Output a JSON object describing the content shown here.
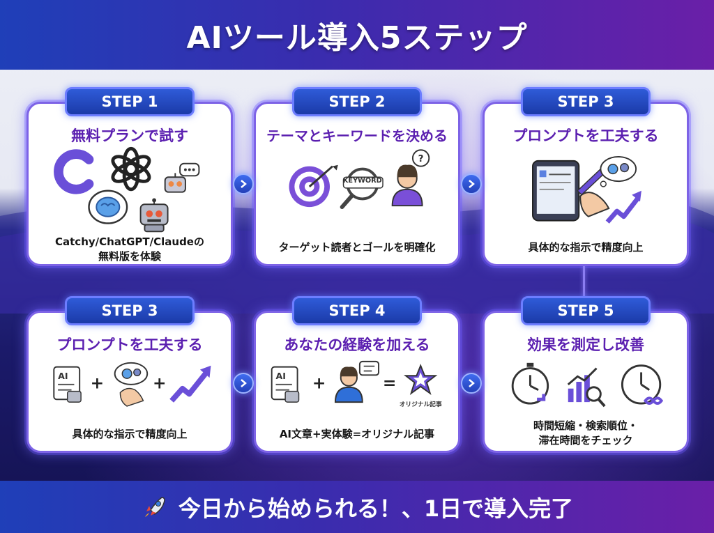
{
  "header": {
    "title": "AIツール導入5ステップ"
  },
  "steps": [
    {
      "step": "STEP 1",
      "title": "無料プランで試す",
      "caption_line1": "Catchy/ChatGPT/Claudeの",
      "caption_line2": "無料版を体験"
    },
    {
      "step": "STEP 2",
      "title": "テーマとキーワードを決める",
      "caption_line1": "ターゲット読者とゴールを明確化",
      "keyword_label": "KEYWORD"
    },
    {
      "step": "STEP 3",
      "title": "プロンプトを工夫する",
      "caption_line1": "具体的な指示で精度向上"
    },
    {
      "step": "STEP 3",
      "title": "プロンプトを工夫する",
      "caption_line1": "具体的な指示で精度向上"
    },
    {
      "step": "STEP 4",
      "title": "あなたの経験を加える",
      "caption_line1": "AI文章+実体験=オリジナル記事",
      "star_label": "オリジナル記事"
    },
    {
      "step": "STEP 5",
      "title": "効果を測定し改善",
      "caption_line1": "時間短縮・検索順位・",
      "caption_line2": "滞在時間をチェック"
    }
  ],
  "footer": {
    "text": "今日から始められる！、1日で導入完了"
  },
  "colors": {
    "accent": "#5b1fb0",
    "step_blue": "#1b3aa8",
    "header_blue": "#1f3fb8",
    "header_purple": "#6a1fa8"
  }
}
